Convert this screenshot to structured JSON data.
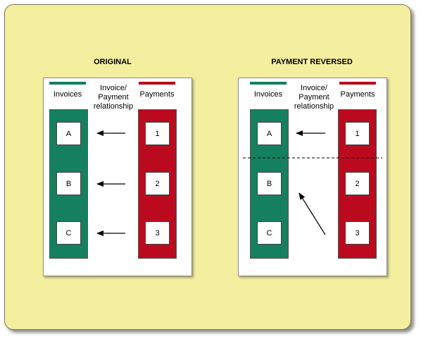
{
  "colors": {
    "background": "#f3ef9f",
    "invoices": "#14805d",
    "payments": "#bb0a1e"
  },
  "panels": [
    {
      "title": "ORIGINAL",
      "invoices_label": "Invoices",
      "relationship_line1": "Invoice/",
      "relationship_line2": "Payment",
      "relationship_line3": "relationship",
      "payments_label": "Payments",
      "invoices": [
        "A",
        "B",
        "C"
      ],
      "payments": [
        "1",
        "2",
        "3"
      ]
    },
    {
      "title": "PAYMENT REVERSED",
      "invoices_label": "Invoices",
      "relationship_line1": "Invoice/",
      "relationship_line2": "Payment",
      "relationship_line3": "relationship",
      "payments_label": "Payments",
      "invoices": [
        "A",
        "B",
        "C"
      ],
      "payments": [
        "1",
        "2",
        "3"
      ]
    }
  ]
}
